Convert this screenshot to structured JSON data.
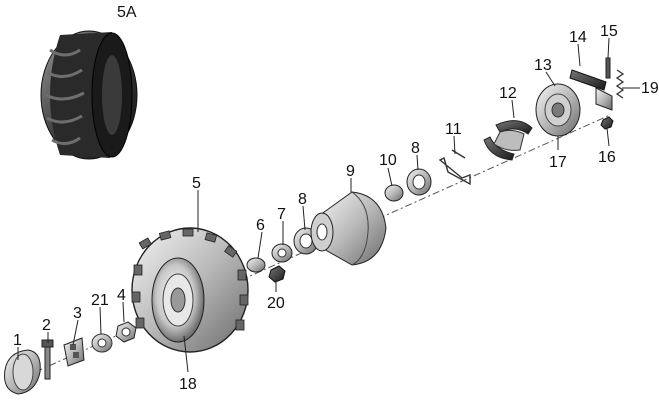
{
  "diagram": {
    "type": "exploded-parts-view",
    "callouts": {
      "p1": "1",
      "p2": "2",
      "p3": "3",
      "p4": "4",
      "p5": "5",
      "p5a": "5A",
      "p6": "6",
      "p7": "7",
      "p8a": "8",
      "p8b": "8",
      "p9": "9",
      "p10": "10",
      "p11": "11",
      "p12": "12",
      "p13": "13",
      "p14": "14",
      "p15": "15",
      "p16": "16",
      "p17": "17",
      "p18": "18",
      "p19": "19",
      "p20": "20",
      "p21": "21"
    }
  }
}
